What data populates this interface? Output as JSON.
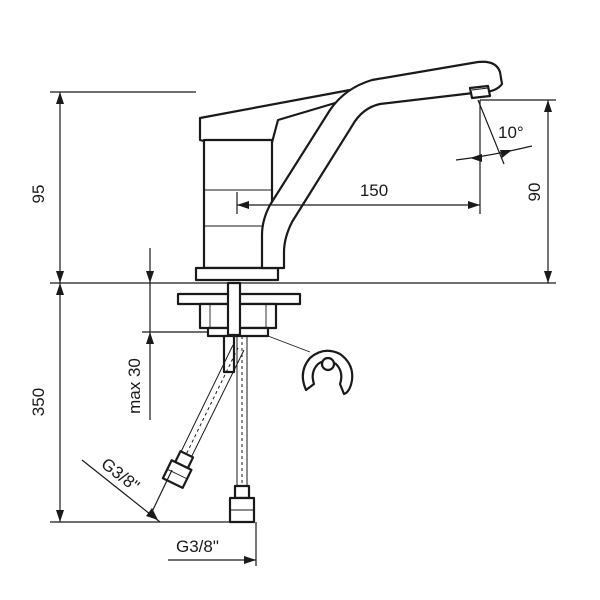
{
  "drawing": {
    "title": "",
    "dimensions": {
      "total_height_above_deck": "95",
      "spout_height": "90",
      "spout_reach": "150",
      "swivel_angle": "10°",
      "hose_length": "350",
      "max_deck_thickness": "max 30",
      "inlet_thread_left": "G3/8\"",
      "inlet_thread_bottom": "G3/8\""
    }
  }
}
